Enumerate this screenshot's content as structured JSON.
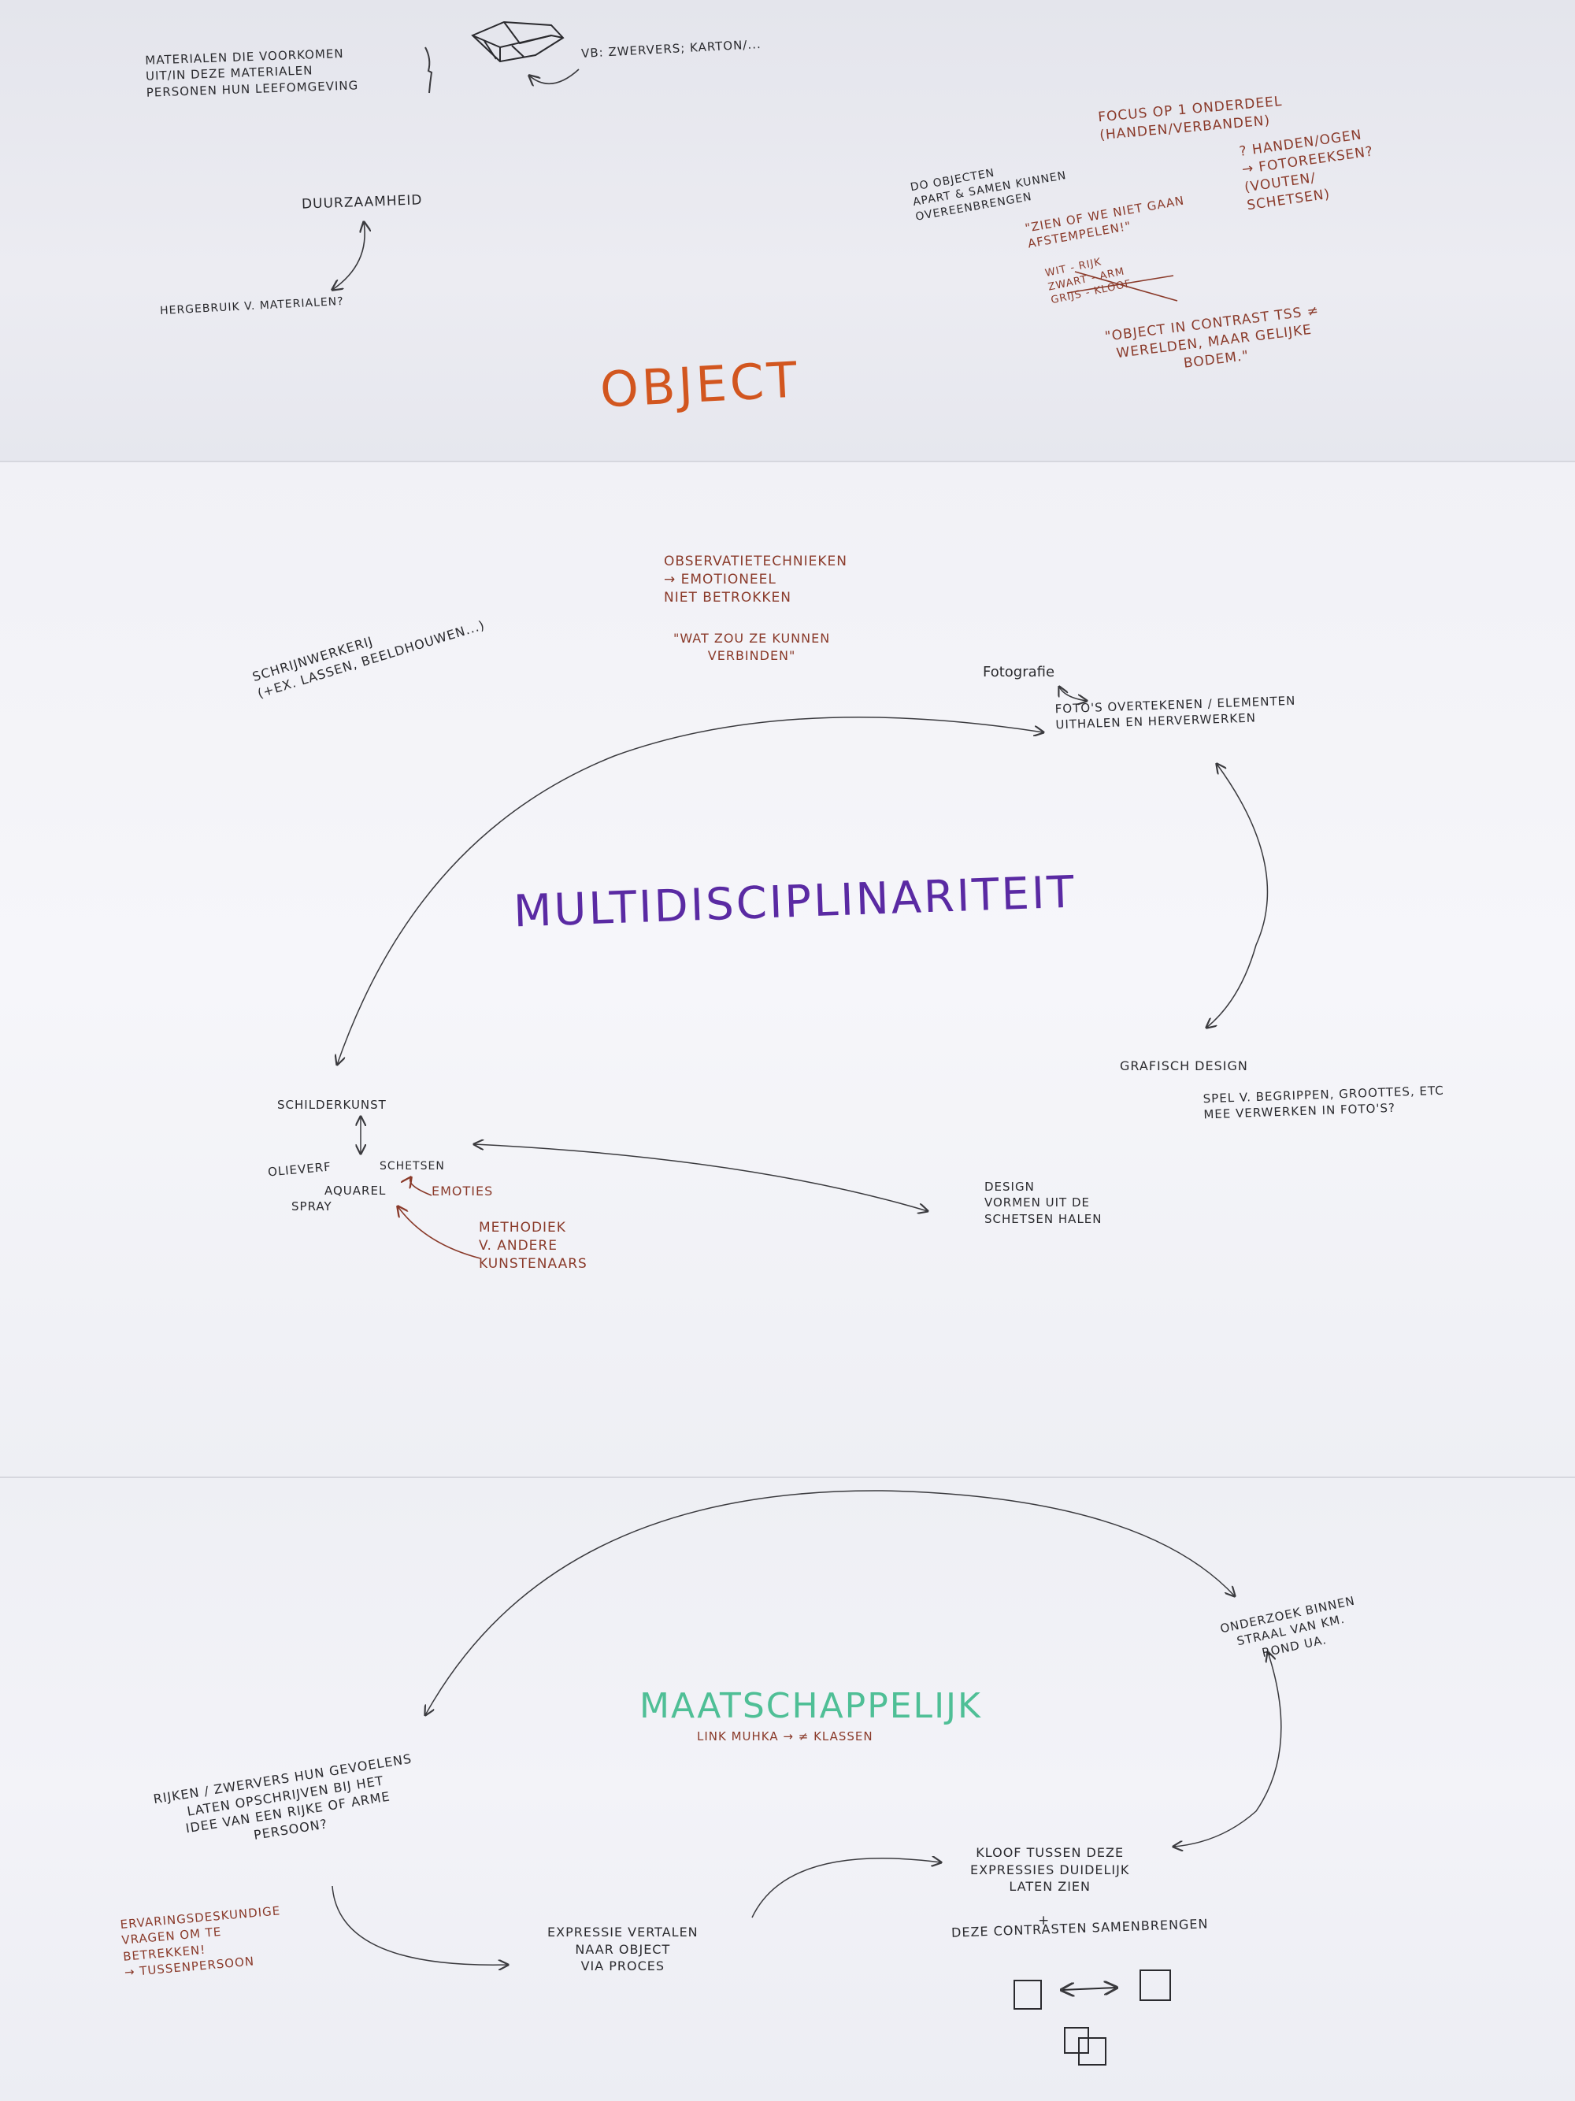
{
  "colors": {
    "ink_black": "#2a2a2e",
    "ink_brown": "#8a3a2a",
    "object_orange": "#d2561f",
    "multi_purple": "#5a2aa3",
    "maatschappelijk_green": "#4fbf96"
  },
  "section_object": {
    "title": "OBJECT",
    "materials": "Materialen die voorkomen\nuit/in deze materialen\npersonen hun leefomgeving",
    "box_note": "vb: zwervers; karton/...",
    "duurzaamheid": "Duurzaamheid",
    "hergebruik": "Hergebruik v. materialen?",
    "objecten_note": "Do objecten\napart & samen kunnen\novereenbrengen",
    "afstempelen": "\"Zien of we niet gaan\nafstempelen!\"",
    "crossed_list": "wit - rijk\nzwart - arm\ngrijs - kloof",
    "focus": "Focus op 1 onderdeel\n(handen/verbanden)",
    "handen_list": "? Handen/ogen\n→ Fotoreeksen?\n(vouten/\nschetsen)",
    "contrast_quote": "\"Object in contrast tss ≠\nwerelden, maar gelijke\nbodem.\""
  },
  "section_multi": {
    "title": "MULTIDISCIPLINARITEIT",
    "observatie": "Observatietechnieken\n→ Emotioneel\n   niet betrokken",
    "wat_zou": "\"Wat zou ze kunnen\nverbinden\"",
    "schrijnwerkerij": "Schrijnwerkerij\n(+ex. lassen, beeldhouwen...)",
    "fotografie": "Fotografie",
    "fotos": "Foto's overtekenen / elementen\nuithalen en herverwerken",
    "grafisch": "Grafisch design",
    "spel": "Spel v. begrippen, groottes, etc\nmee verwerken in foto's?",
    "schilderkunst": "Schilderkunst",
    "olieverf": "Olieverf",
    "schetsen": "Schetsen",
    "aquarel": "Aquarel",
    "spray": "Spray",
    "emoties": "Emoties",
    "methodiek": "Methodiek\nv. andere\nkunstenaars",
    "design": "Design\nvormen uit de\nschetsen halen"
  },
  "section_maat": {
    "title": "MAATSCHAPPELIJK",
    "subtitle": "Link Muhka → ≠ klassen",
    "onderzoek": "Onderzoek binnen\nstraal van km.\nrond UA.",
    "rijken": "Rijken / zwervers hun gevoelens\nlaten opschrijven bij het\nidee van een rijke of arme\npersoon?",
    "ervaring": "Ervaringsdeskundige\nvragen om te\nbetrekken!\n→ tussenpersoon",
    "expressie": "Expressie vertalen\nnaar object\nvia proces",
    "kloof": "Kloof tussen deze\nexpressies duidelijk\nlaten zien",
    "plus": "+",
    "contrasten": "Deze contrasten samenbrengen"
  }
}
